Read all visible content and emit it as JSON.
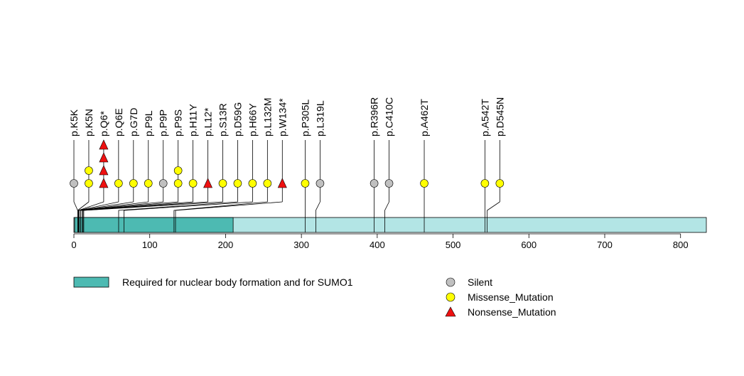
{
  "chart_data": {
    "type": "lollipop",
    "protein_length": 834,
    "xlim": [
      0,
      834
    ],
    "ticks": [
      0,
      100,
      200,
      300,
      400,
      500,
      600,
      700,
      800
    ],
    "tick_labels": [
      "0",
      "100",
      "200",
      "300",
      "400",
      "500",
      "600",
      "700",
      "800"
    ],
    "domains": [
      {
        "name": "Required for nuclear body formation and for SUMO1",
        "start": 1,
        "end": 210,
        "color": "#4dbab2"
      }
    ],
    "backbone_color": "#b3e5e5",
    "mutation_types": [
      {
        "name": "Silent",
        "shape": "circle",
        "color": "#c0c0c0"
      },
      {
        "name": "Missense_Mutation",
        "shape": "circle",
        "color": "#ffff00"
      },
      {
        "name": "Nonsense_Mutation",
        "shape": "triangle",
        "color": "#ee1111"
      }
    ],
    "mutations": [
      {
        "label": "p.K5K",
        "position": 5,
        "type": "Silent",
        "count": 1
      },
      {
        "label": "p.K5N",
        "position": 5,
        "type": "Missense_Mutation",
        "count": 2
      },
      {
        "label": "p.Q6*",
        "position": 6,
        "type": "Nonsense_Mutation",
        "count": 4
      },
      {
        "label": "p.Q6E",
        "position": 6,
        "type": "Missense_Mutation",
        "count": 1
      },
      {
        "label": "p.G7D",
        "position": 7,
        "type": "Missense_Mutation",
        "count": 1
      },
      {
        "label": "p.P9L",
        "position": 9,
        "type": "Missense_Mutation",
        "count": 1
      },
      {
        "label": "p.P9P",
        "position": 9,
        "type": "Silent",
        "count": 1
      },
      {
        "label": "p.P9S",
        "position": 9,
        "type": "Missense_Mutation",
        "count": 2
      },
      {
        "label": "p.H11Y",
        "position": 11,
        "type": "Missense_Mutation",
        "count": 1
      },
      {
        "label": "p.L12*",
        "position": 12,
        "type": "Nonsense_Mutation",
        "count": 1
      },
      {
        "label": "p.S13R",
        "position": 13,
        "type": "Missense_Mutation",
        "count": 1
      },
      {
        "label": "p.D59G",
        "position": 59,
        "type": "Missense_Mutation",
        "count": 1
      },
      {
        "label": "p.H66Y",
        "position": 66,
        "type": "Missense_Mutation",
        "count": 1
      },
      {
        "label": "p.L132M",
        "position": 132,
        "type": "Missense_Mutation",
        "count": 1
      },
      {
        "label": "p.W134*",
        "position": 134,
        "type": "Nonsense_Mutation",
        "count": 1
      },
      {
        "label": "p.P305L",
        "position": 305,
        "type": "Missense_Mutation",
        "count": 1
      },
      {
        "label": "p.L319L",
        "position": 319,
        "type": "Silent",
        "count": 1
      },
      {
        "label": "p.R396R",
        "position": 396,
        "type": "Silent",
        "count": 1
      },
      {
        "label": "p.C410C",
        "position": 410,
        "type": "Silent",
        "count": 1
      },
      {
        "label": "p.A462T",
        "position": 462,
        "type": "Missense_Mutation",
        "count": 1
      },
      {
        "label": "p.A542T",
        "position": 542,
        "type": "Missense_Mutation",
        "count": 1
      },
      {
        "label": "p.D545N",
        "position": 545,
        "type": "Missense_Mutation",
        "count": 1
      }
    ]
  }
}
